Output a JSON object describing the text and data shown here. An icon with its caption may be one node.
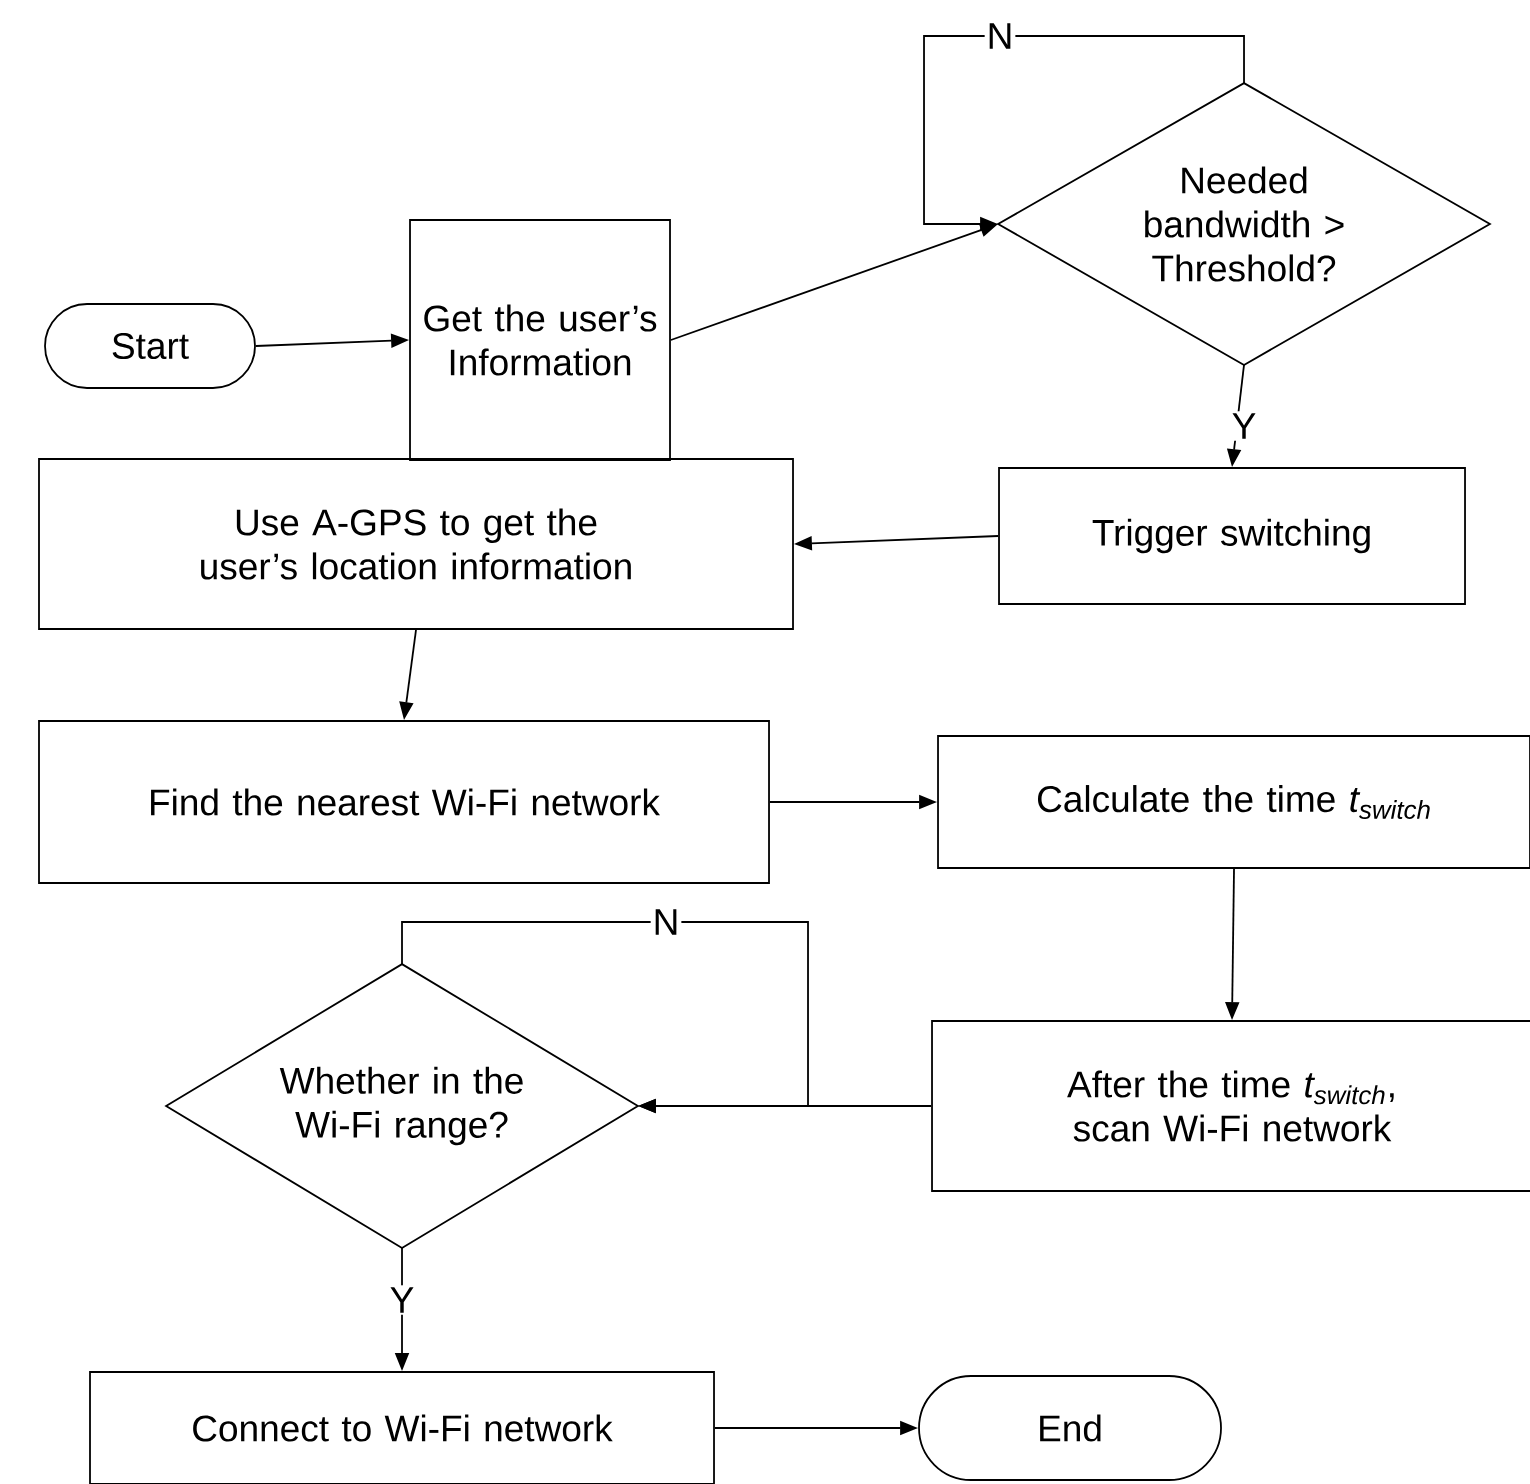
{
  "diagram": {
    "nodes": [
      {
        "text": [
          "Start"
        ]
      },
      {
        "text": [
          "Get the user’s Information"
        ]
      },
      {
        "text": [
          "Needed bandwidth > Threshold?"
        ]
      },
      {
        "text": [
          "Trigger switching"
        ]
      },
      {
        "text": [
          "Use A-GPS to get the user’s location information"
        ]
      },
      {
        "text": [
          "Find the nearest Wi-Fi network"
        ]
      },
      {
        "text": [
          "Calculate the time *t$_{switch}$*"
        ]
      },
      {
        "text": [
          "After the time *t$_{switch}$*, scan Wi-Fi network"
        ]
      },
      {
        "text": [
          "Whether in the Wi-Fi range?"
        ]
      },
      {
        "text": [
          "Connect to Wi-Fi network"
        ]
      },
      {
        "text": [
          "End"
        ]
      }
    ],
    "edges": [
      {
        "from": 0,
        "to": 1,
        "arrow": "to"
      },
      {
        "from": 1,
        "to": 2,
        "arrow": "to"
      },
      {
        "from": 2,
        "to": 2,
        "arrow": "to",
        "label": "N"
      },
      {
        "from": 2,
        "to": 3,
        "arrow": "to",
        "label": "Y"
      },
      {
        "from": 3,
        "to": 4,
        "arrow": "to"
      },
      {
        "from": 4,
        "to": 5,
        "arrow": "to"
      },
      {
        "from": 5,
        "to": 6,
        "arrow": "to"
      },
      {
        "from": 6,
        "to": 7,
        "arrow": "to"
      },
      {
        "from": 7,
        "to": 8,
        "arrow": "to"
      },
      {
        "from": 8,
        "to": 8,
        "arrow": "to",
        "label": "N"
      },
      {
        "from": 8,
        "to": 9,
        "arrow": "to",
        "label": "Y"
      },
      {
        "from": 9,
        "to": 10,
        "arrow": "to"
      }
    ]
  }
}
